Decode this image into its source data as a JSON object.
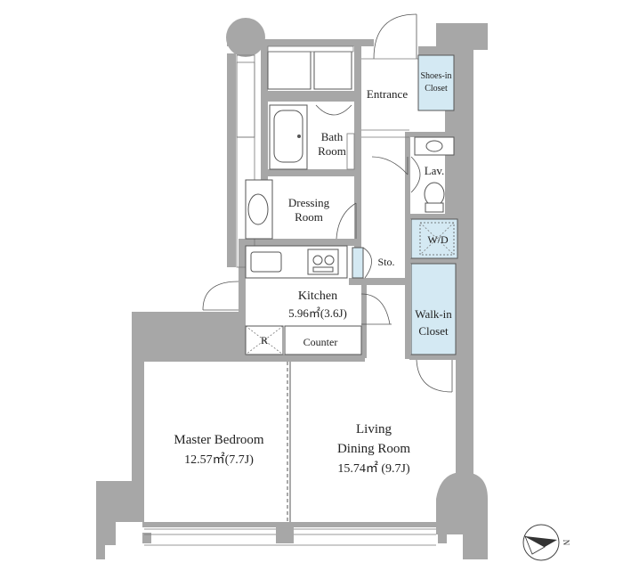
{
  "rooms": {
    "entrance": "Entrance",
    "shoes_closet_1": "Shoes-in",
    "shoes_closet_2": "Closet",
    "bath_1": "Bath",
    "bath_2": "Room",
    "lav": "Lav.",
    "dressing_1": "Dressing",
    "dressing_2": "Room",
    "wd": "W/D",
    "storage": "Sto.",
    "kitchen_name": "Kitchen",
    "kitchen_area": "5.96㎡(3.6J)",
    "refrigerator": "R",
    "counter": "Counter",
    "walkin_1": "Walk-in",
    "walkin_2": "Closet",
    "master_name": "Master Bedroom",
    "master_area": "12.57㎡(7.7J)",
    "living_1": "Living",
    "living_2": "Dining Room",
    "living_area": "15.74㎡ (9.7J)"
  },
  "compass": {
    "label": "N"
  },
  "colors": {
    "wall": "#a7a7a7",
    "closet_fill": "#d4e9f3",
    "line": "#555555"
  }
}
